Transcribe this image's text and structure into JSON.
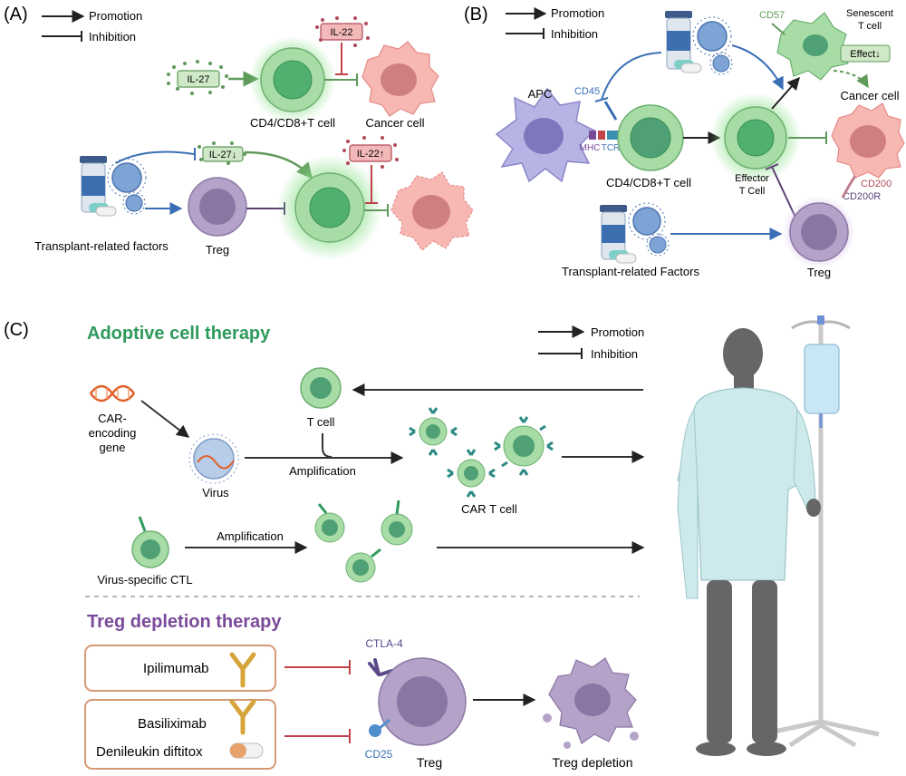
{
  "panel_a": {
    "label": "(A)",
    "legend_promotion": "Promotion",
    "legend_inhibition": "Inhibition",
    "il27": "IL-27",
    "il22": "IL-22",
    "cd_cell": "CD4/CD8+T cell",
    "cancer_cell": "Cancer cell",
    "il27_down": "IL-27↓",
    "il22_up": "IL-22↑",
    "transplant_factors": "Transplant-related factors",
    "treg": "Treg"
  },
  "panel_b": {
    "label": "(B)",
    "legend_promotion": "Promotion",
    "legend_inhibition": "Inhibition",
    "apc": "APC",
    "cd45": "CD45",
    "mhc": "MHC",
    "tcr": "TCR",
    "cd_cell": "CD4/CD8+T cell",
    "effector_line1": "Effector",
    "effector_line2": "T Cell",
    "cd57": "CD57",
    "senescent_line1": "Senescent",
    "senescent_line2": "T cell",
    "effect_down": "Effect↓",
    "cancer_cell": "Cancer cell",
    "cd200": "CD200",
    "cd200r": "CD200R",
    "transplant_factors": "Transplant-related Factors",
    "treg": "Treg"
  },
  "panel_c": {
    "label": "(C)",
    "adoptive_title": "Adoptive cell therapy",
    "legend_promotion": "Promotion",
    "legend_inhibition": "Inhibition",
    "car_gene_line1": "CAR-",
    "car_gene_line2": "encoding",
    "car_gene_line3": "gene",
    "virus": "Virus",
    "t_cell": "T cell",
    "amplification_1": "Amplification",
    "car_t_cell": "CAR T cell",
    "amplification_2": "Amplification",
    "virus_ctl": "Virus-specific CTL",
    "treg_title": "Treg depletion therapy",
    "ipilimumab": "Ipilimumab",
    "basiliximab": "Basiliximab",
    "denileukin": "Denileukin diftitox",
    "ctla4": "CTLA-4",
    "cd25": "CD25",
    "treg": "Treg",
    "treg_depletion": "Treg depletion"
  },
  "colors": {
    "green_title": "#2e9a5c",
    "purple_title": "#7a4a9a",
    "cell_green": "#8fce94",
    "cancer_pink": "#f4a5a5",
    "treg_purple": "#a894bf",
    "promotion_blue": "#3a6fb5",
    "inhibition_red": "#c0434a"
  }
}
